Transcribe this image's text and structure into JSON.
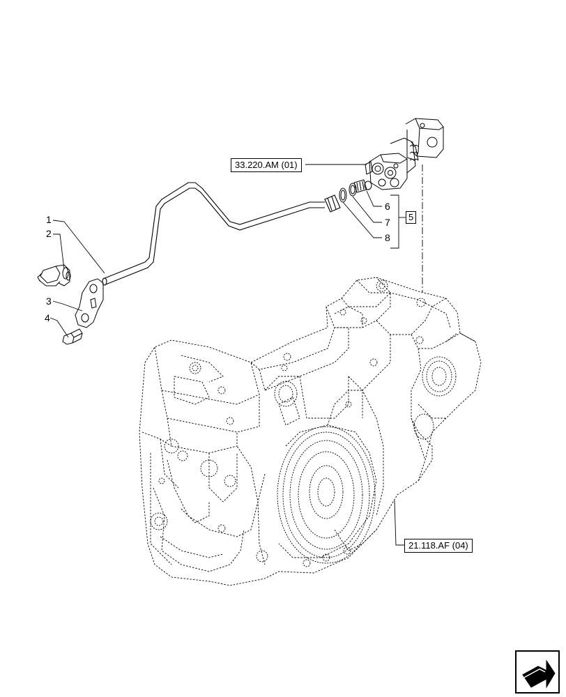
{
  "callouts": [
    "1",
    "2",
    "3",
    "4",
    "6",
    "7",
    "8"
  ],
  "kit_label": "5",
  "refs": {
    "top": "33.220.AM (01)",
    "bottom": "21.118.AF (04)"
  },
  "colors": {
    "line": "#000000",
    "background": "#ffffff"
  },
  "nav_icon": "next-page-arrow-icon"
}
